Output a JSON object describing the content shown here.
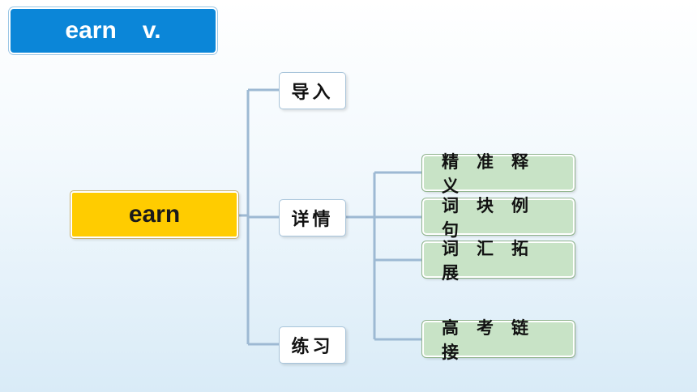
{
  "header": {
    "word": "earn",
    "pos": "v."
  },
  "root": {
    "label": "earn"
  },
  "branches": [
    {
      "label": "导入"
    },
    {
      "label": "详情"
    },
    {
      "label": "练习"
    }
  ],
  "details": [
    {
      "label": "精准释义"
    },
    {
      "label": "词块例句"
    },
    {
      "label": "词汇拓展"
    },
    {
      "label": "高考链接"
    }
  ],
  "colors": {
    "header_bg": "#0b86d8",
    "root_bg": "#ffcc00",
    "leaf_bg": "#c8e3c6",
    "connector": "#9db9d3"
  }
}
